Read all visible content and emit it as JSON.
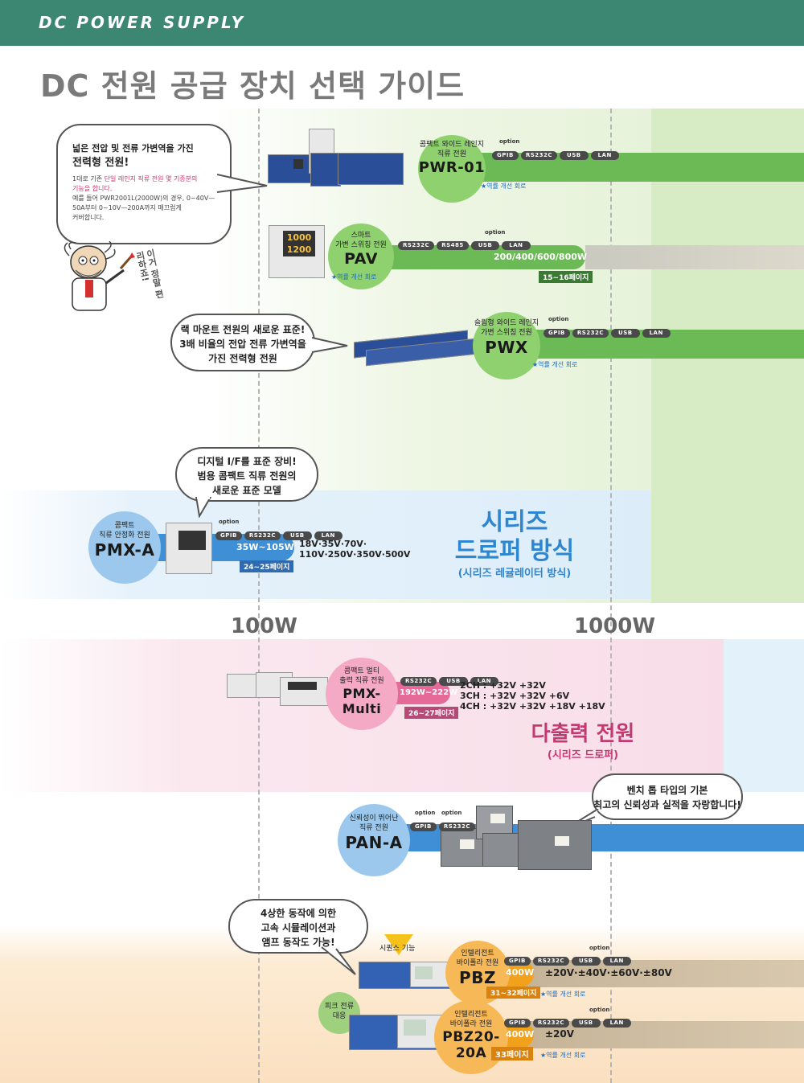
{
  "header": {
    "brand": "DC POWER SUPPLY"
  },
  "title": "DC 전원 공급 장치 선택 가이드",
  "axis": {
    "label_100": "100W",
    "label_1000": "1000W"
  },
  "intro_bubble": {
    "line1": "넓은 전압 및 전류 가변역을 가진",
    "line2": "전력형 전원!",
    "desc1a": "1대로 기존 ",
    "desc1b": "단일 레인지 직류 전원 몇 기종분의",
    "desc2": "기능을 합니다.",
    "desc3": "예를 들어 PWR2001L(2000W)의 경우, 0~40V—",
    "desc4": "50A부터 0~10V—200A까지 매끄럽게",
    "desc5": "커버합니다."
  },
  "professor_text": "이거 정말 편리하죠!",
  "pwr01": {
    "sub1": "콤팩트 와이드 레인지",
    "sub2": "직류 전원",
    "name": "PWR-01",
    "option": "option",
    "badges": [
      "GPIB",
      "RS232C",
      "USB",
      "LAN"
    ],
    "note": "★역률 개선 회로"
  },
  "pav": {
    "sub1": "스마트",
    "sub2": "가변 스위칭 전원",
    "name": "PAV",
    "option": "option",
    "badges": [
      "RS232C",
      "RS485",
      "USB",
      "LAN"
    ],
    "spec": "200/400/600/800W",
    "page": "15~16페이지",
    "note": "★역률 개선 회로",
    "display1": "1000",
    "display2": "1200"
  },
  "pwx": {
    "bubble1": "랙 마운트 전원의 새로운 표준!",
    "bubble2": "3배 비율의 전압 전류 가변역을",
    "bubble3": "가진 전력형 전원",
    "sub1": "슬림형 와이드 레인지",
    "sub2": "가변 스위칭 전원",
    "name": "PWX",
    "option": "option",
    "badges": [
      "GPIB",
      "RS232C",
      "USB",
      "LAN"
    ],
    "note": "★역률 개선 회로"
  },
  "pmxa": {
    "bubble1": "디지털 I/F를 표준 장비!",
    "bubble2": "범용 콤팩트 직류 전원의",
    "bubble3": "새로운 표준 모델",
    "sub1": "콤팩트",
    "sub2": "직류 안정화 전원",
    "name": "PMX-A",
    "option": "option",
    "badges": [
      "GPIB",
      "RS232C",
      "USB",
      "LAN"
    ],
    "spec": "35W~105W",
    "page": "24~25페이지",
    "volts1": "18V·35V·70V·",
    "volts2": "110V·250V·350V·500V"
  },
  "series": {
    "line1": "시리즈",
    "line2": "드로퍼 방식",
    "line3": "(시리즈 레귤레이터 방식)"
  },
  "pmxmulti": {
    "sub1": "콤팩트 멀티",
    "sub2": "출력 직류 전원",
    "name": "PMX-Multi",
    "badges": [
      "RS232C",
      "USB",
      "LAN"
    ],
    "spec": "192W~222W",
    "page": "26~27페이지",
    "ch2": "2CH : +32V +32V",
    "ch3": "3CH : +32V +32V +6V",
    "ch4": "4CH : +32V +32V +18V +18V"
  },
  "multi": {
    "line1": "다출력 전원",
    "line2": "(시리즈 드로퍼)"
  },
  "pana": {
    "bubble1": "벤치 톱 타입의 기본",
    "bubble2": "최고의 신뢰성과 실적을 자랑합니다!",
    "sub1": "신뢰성이 뛰어난",
    "sub2": "직류 전원",
    "name": "PAN-A",
    "option": "option",
    "badges": [
      "GPIB",
      "RS232C"
    ]
  },
  "pbz": {
    "bubble1": "4상한 동작에 의한",
    "bubble2": "고속 시뮬레이션과",
    "bubble3": "앰프 동작도 가능!",
    "sequence": "시퀀스 기능",
    "sub1": "인텔리전트",
    "sub2": "바이폴라 전원",
    "name": "PBZ",
    "option": "option",
    "badges": [
      "GPIB",
      "RS232C",
      "USB",
      "LAN"
    ],
    "spec": "400W",
    "page": "31~32페이지",
    "volts": "±20V·±40V·±60V·±80V",
    "note": "★역률 개선 회로"
  },
  "pbz20": {
    "peak1": "피크 전류",
    "peak2": "대응",
    "sub1": "인텔리전트",
    "sub2": "바이폴라 전원",
    "name": "PBZ20-20A",
    "option": "option",
    "badges": [
      "GPIB",
      "RS232C",
      "USB",
      "LAN"
    ],
    "spec": "400W",
    "page": "33페이지",
    "volts": "±20V",
    "note": "★역률 개선 회로"
  }
}
